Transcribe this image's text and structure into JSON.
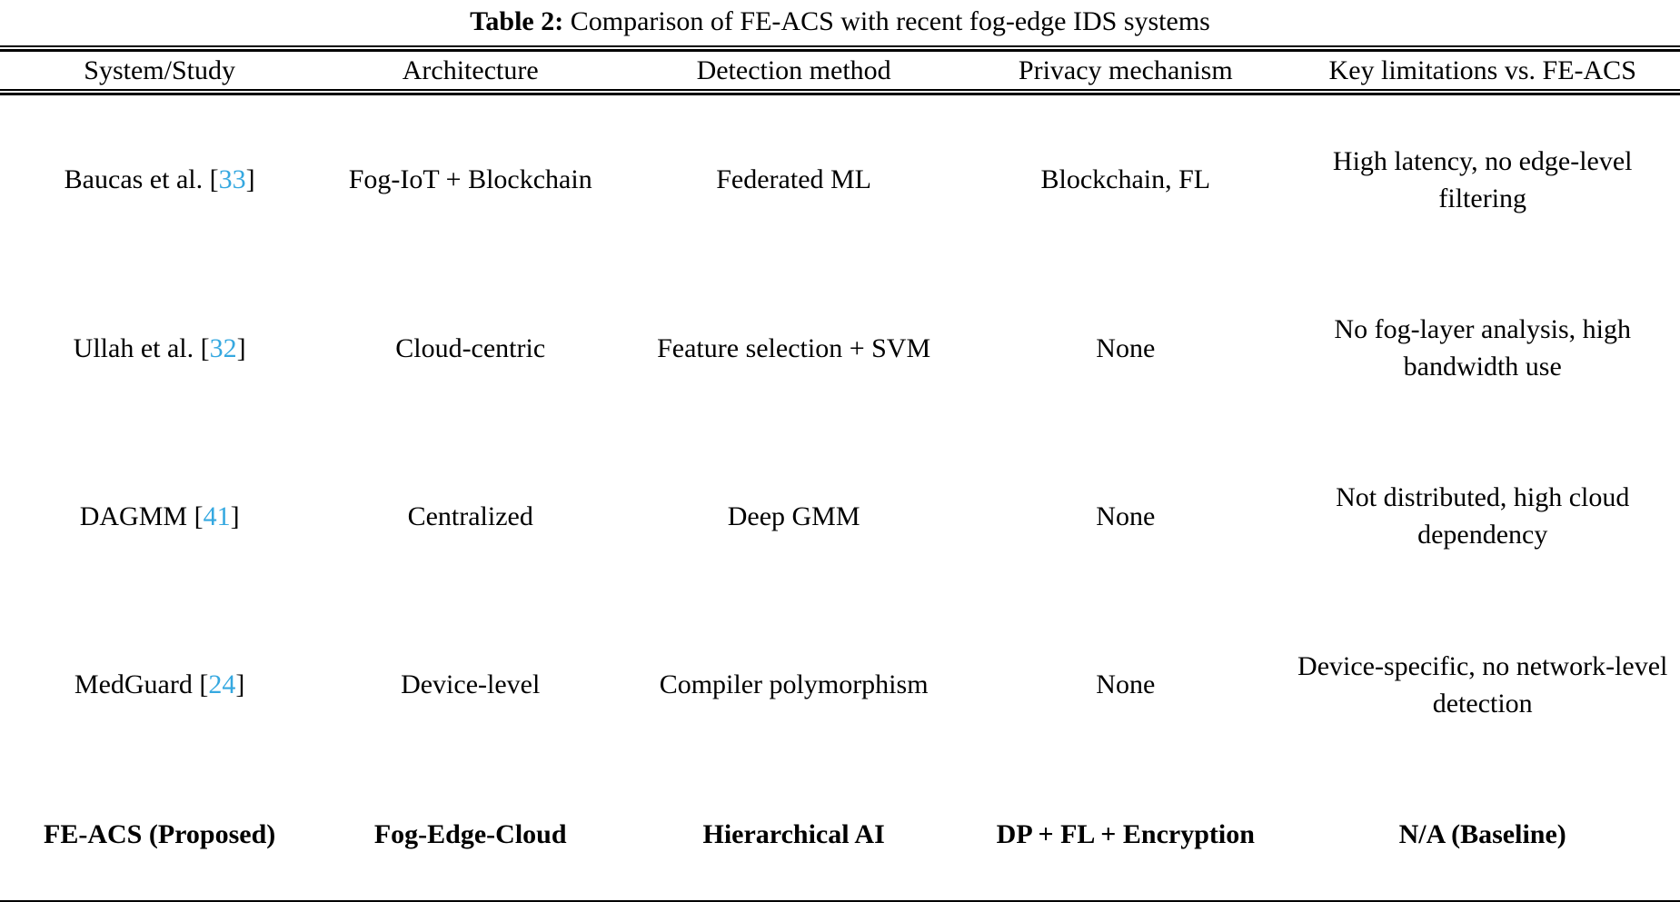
{
  "caption": {
    "label": "Table 2:",
    "text": " Comparison of FE-ACS with recent fog-edge IDS systems"
  },
  "colors": {
    "citation": "#35a8e0",
    "rule": "#000000",
    "text": "#000000",
    "background": "#ffffff"
  },
  "table": {
    "headers": [
      "System/Study",
      "Architecture",
      "Detection method",
      "Privacy mechanism",
      "Key limitations vs. FE-ACS"
    ],
    "rows": [
      {
        "system": "Baucas et al. [33]",
        "system_name": "Baucas et al.",
        "citation": "33",
        "architecture": "Fog-IoT + Blockchain",
        "detection": "Federated ML",
        "privacy": "Blockchain, FL",
        "limitations": "High latency, no edge-level filtering",
        "bold": false
      },
      {
        "system": "Ullah et al. [32]",
        "system_name": "Ullah et al.",
        "citation": "32",
        "architecture": "Cloud-centric",
        "detection": "Feature selection + SVM",
        "privacy": "None",
        "limitations": "No fog-layer analysis, high bandwidth use",
        "bold": false
      },
      {
        "system": "DAGMM [41]",
        "system_name": "DAGMM",
        "citation": "41",
        "architecture": "Centralized",
        "detection": "Deep GMM",
        "privacy": "None",
        "limitations": "Not distributed, high cloud dependency",
        "bold": false
      },
      {
        "system": "MedGuard [24]",
        "system_name": "MedGuard",
        "citation": "24",
        "architecture": "Device-level",
        "detection": "Compiler polymorphism",
        "privacy": "None",
        "limitations": "Device-specific, no network-level detection",
        "bold": false
      },
      {
        "system": "FE-ACS (Proposed)",
        "system_name": "FE-ACS (Proposed)",
        "citation": "",
        "architecture": "Fog-Edge-Cloud",
        "detection": "Hierarchical AI",
        "privacy": "DP + FL + Encryption",
        "limitations": "N/A (Baseline)",
        "bold": true
      }
    ]
  }
}
